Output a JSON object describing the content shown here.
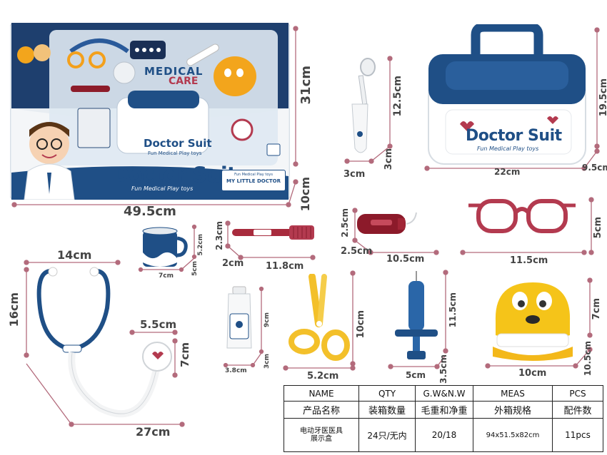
{
  "package": {
    "badge_medical": "MEDICAL",
    "badge_care": "CARE",
    "kit_brand": "Doctor Suit",
    "kit_sub": "Fun Medical Play toys",
    "brand": "Doctor Suit",
    "tagline": "Fun Medical Play toys",
    "label_small": "Fun Medical Play toys",
    "label_main": "MY LITTLE DOCTOR"
  },
  "case": {
    "brand": "Doctor Suit",
    "sub": "Fun Medical Play toys"
  },
  "dimensions": {
    "box_height": "31cm",
    "box_width": "49.5cm",
    "box_depth": "10cm",
    "mirror_len": "12.5cm",
    "mirror_w": "3cm",
    "mirror_d": "3cm",
    "case_h": "19.5cm",
    "case_w": "22cm",
    "case_d": "9.5cm",
    "brush_h": "2.3cm",
    "brush_d": "2cm",
    "brush_w": "11.8cm",
    "cup_h": "5.2cm",
    "cup_w": "7cm",
    "cup_d": "5cm",
    "thermo_h": "2.5cm",
    "thermo_d": "2.5cm",
    "thermo_w": "10.5cm",
    "glasses_h": "5cm",
    "glasses_w": "11.5cm",
    "steth_w": "14cm",
    "steth_h": "16cm",
    "steth_head_w": "5.5cm",
    "steth_head_h": "7cm",
    "steth_len": "27cm",
    "tube_h": "9cm",
    "tube_w": "3.8cm",
    "tube_d": "3cm",
    "scissors_h": "10cm",
    "scissors_w": "5.2cm",
    "syringe_h": "11.5cm",
    "syringe_w": "5cm",
    "syringe_d": "3.5cm",
    "teeth_h": "7cm",
    "teeth_w": "10cm",
    "teeth_d": "10.5cm"
  },
  "spec": {
    "headers_en": [
      "NAME",
      "QTY",
      "G.W&N.W",
      "MEAS",
      "PCS"
    ],
    "headers_cn": [
      "产品名称",
      "装箱数量",
      "毛重和净重",
      "外箱规格",
      "配件数"
    ],
    "row": {
      "name_line1": "电动牙医医具",
      "name_line2": "展示盒",
      "qty": "24只/无内",
      "weight": "20/18",
      "meas": "94x51.5x82cm",
      "pcs": "11pcs"
    }
  },
  "colors": {
    "navy": "#1f4f86",
    "crimson": "#b33a4f",
    "yellow": "#f5c419",
    "dim_line": "#b36b7c"
  }
}
